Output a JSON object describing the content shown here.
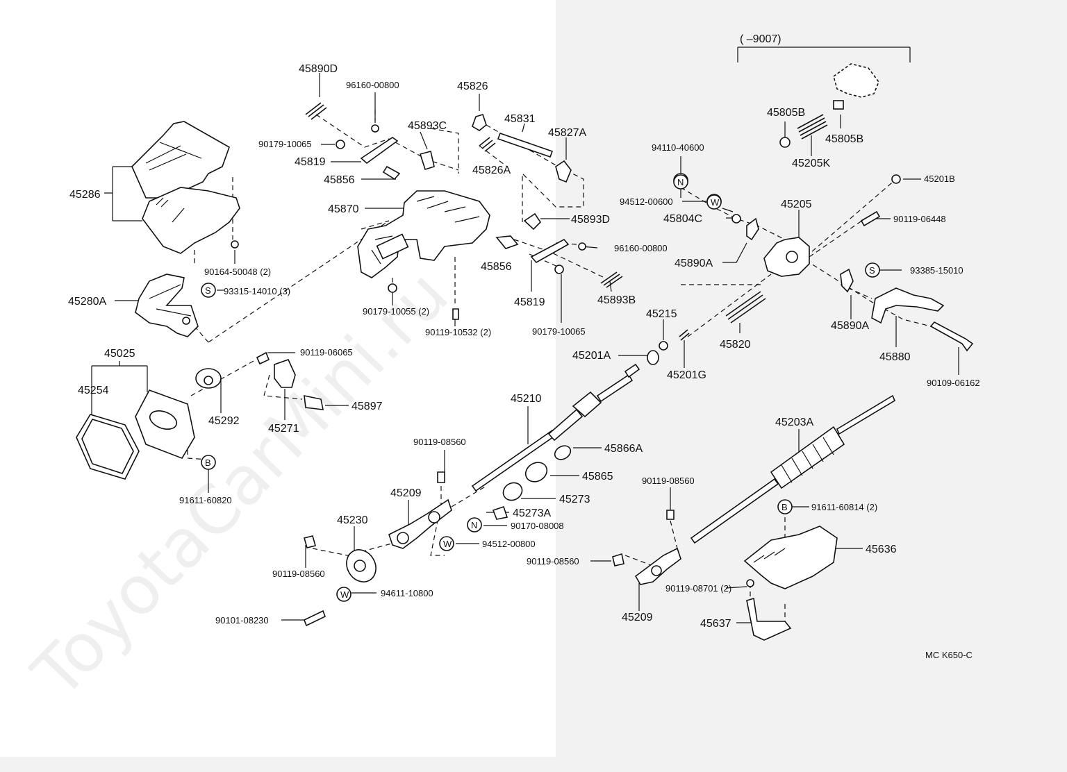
{
  "header": {
    "range_label": "(      –9007)"
  },
  "footer": {
    "code": "MC K650-C"
  },
  "watermark": "ToyotaCarMini.ru",
  "symbols": {
    "n": "N",
    "w": "W",
    "s": "S",
    "b": "B"
  },
  "labels": {
    "l45890D": "45890D",
    "l96160_00800a": "96160-00800",
    "l45826": "45826",
    "l45831": "45831",
    "l45893C": "45893C",
    "l45827A": "45827A",
    "l90179_10065a": "90179-10065",
    "l45819a": "45819",
    "l45826A": "45826A",
    "l45856a": "45856",
    "l45286": "45286",
    "l45870": "45870",
    "l45893D": "45893D",
    "l96160_00800b": "96160-00800",
    "l45856b": "45856",
    "l45819b": "45819",
    "l45893B": "45893B",
    "l90179_10065b": "90179-10065",
    "l90164_50048": "90164-50048 (2)",
    "l93315_14010": "93315-14010 (3)",
    "l45280A": "45280A",
    "l90179_10055": "90179-10055 (2)",
    "l90119_10532": "90119-10532 (2)",
    "l45025": "45025",
    "l45254": "45254",
    "l90119_06065": "90119-06065",
    "l45897": "45897",
    "l45292": "45292",
    "l45271": "45271",
    "l91611_60820": "91611-60820",
    "l94110_40600": "94110-40600",
    "l94512_00600": "94512-00600",
    "l45804C": "45804C",
    "l45890Aa": "45890A",
    "l45205": "45205",
    "l45805Ba": "45805B",
    "l45805Bb": "45805B",
    "l45205K": "45205K",
    "l45201B": "45201B",
    "l90119_06448": "90119-06448",
    "l93385_15010": "93385-15010",
    "l45890Ab": "45890A",
    "l45880": "45880",
    "l90109_06162": "90109-06162",
    "l45215": "45215",
    "l45201A": "45201A",
    "l45201G": "45201G",
    "l45820": "45820",
    "l45210": "45210",
    "l45866A": "45866A",
    "l45865": "45865",
    "l45273": "45273",
    "l45273A": "45273A",
    "l90170_08008": "90170-08008",
    "l94512_00800": "94512-00800",
    "l90119_08560a": "90119-08560",
    "l45209a": "45209",
    "l45230": "45230",
    "l90119_08560b": "90119-08560",
    "l94611_10800": "94611-10800",
    "l90101_08230": "90101-08230",
    "l45203A": "45203A",
    "l91611_60814": "91611-60814 (2)",
    "l90119_08560c": "90119-08560",
    "l90119_08560d": "90119-08560",
    "l45636": "45636",
    "l90119_08701": "90119-08701 (2)",
    "l45209b": "45209",
    "l45637": "45637"
  }
}
